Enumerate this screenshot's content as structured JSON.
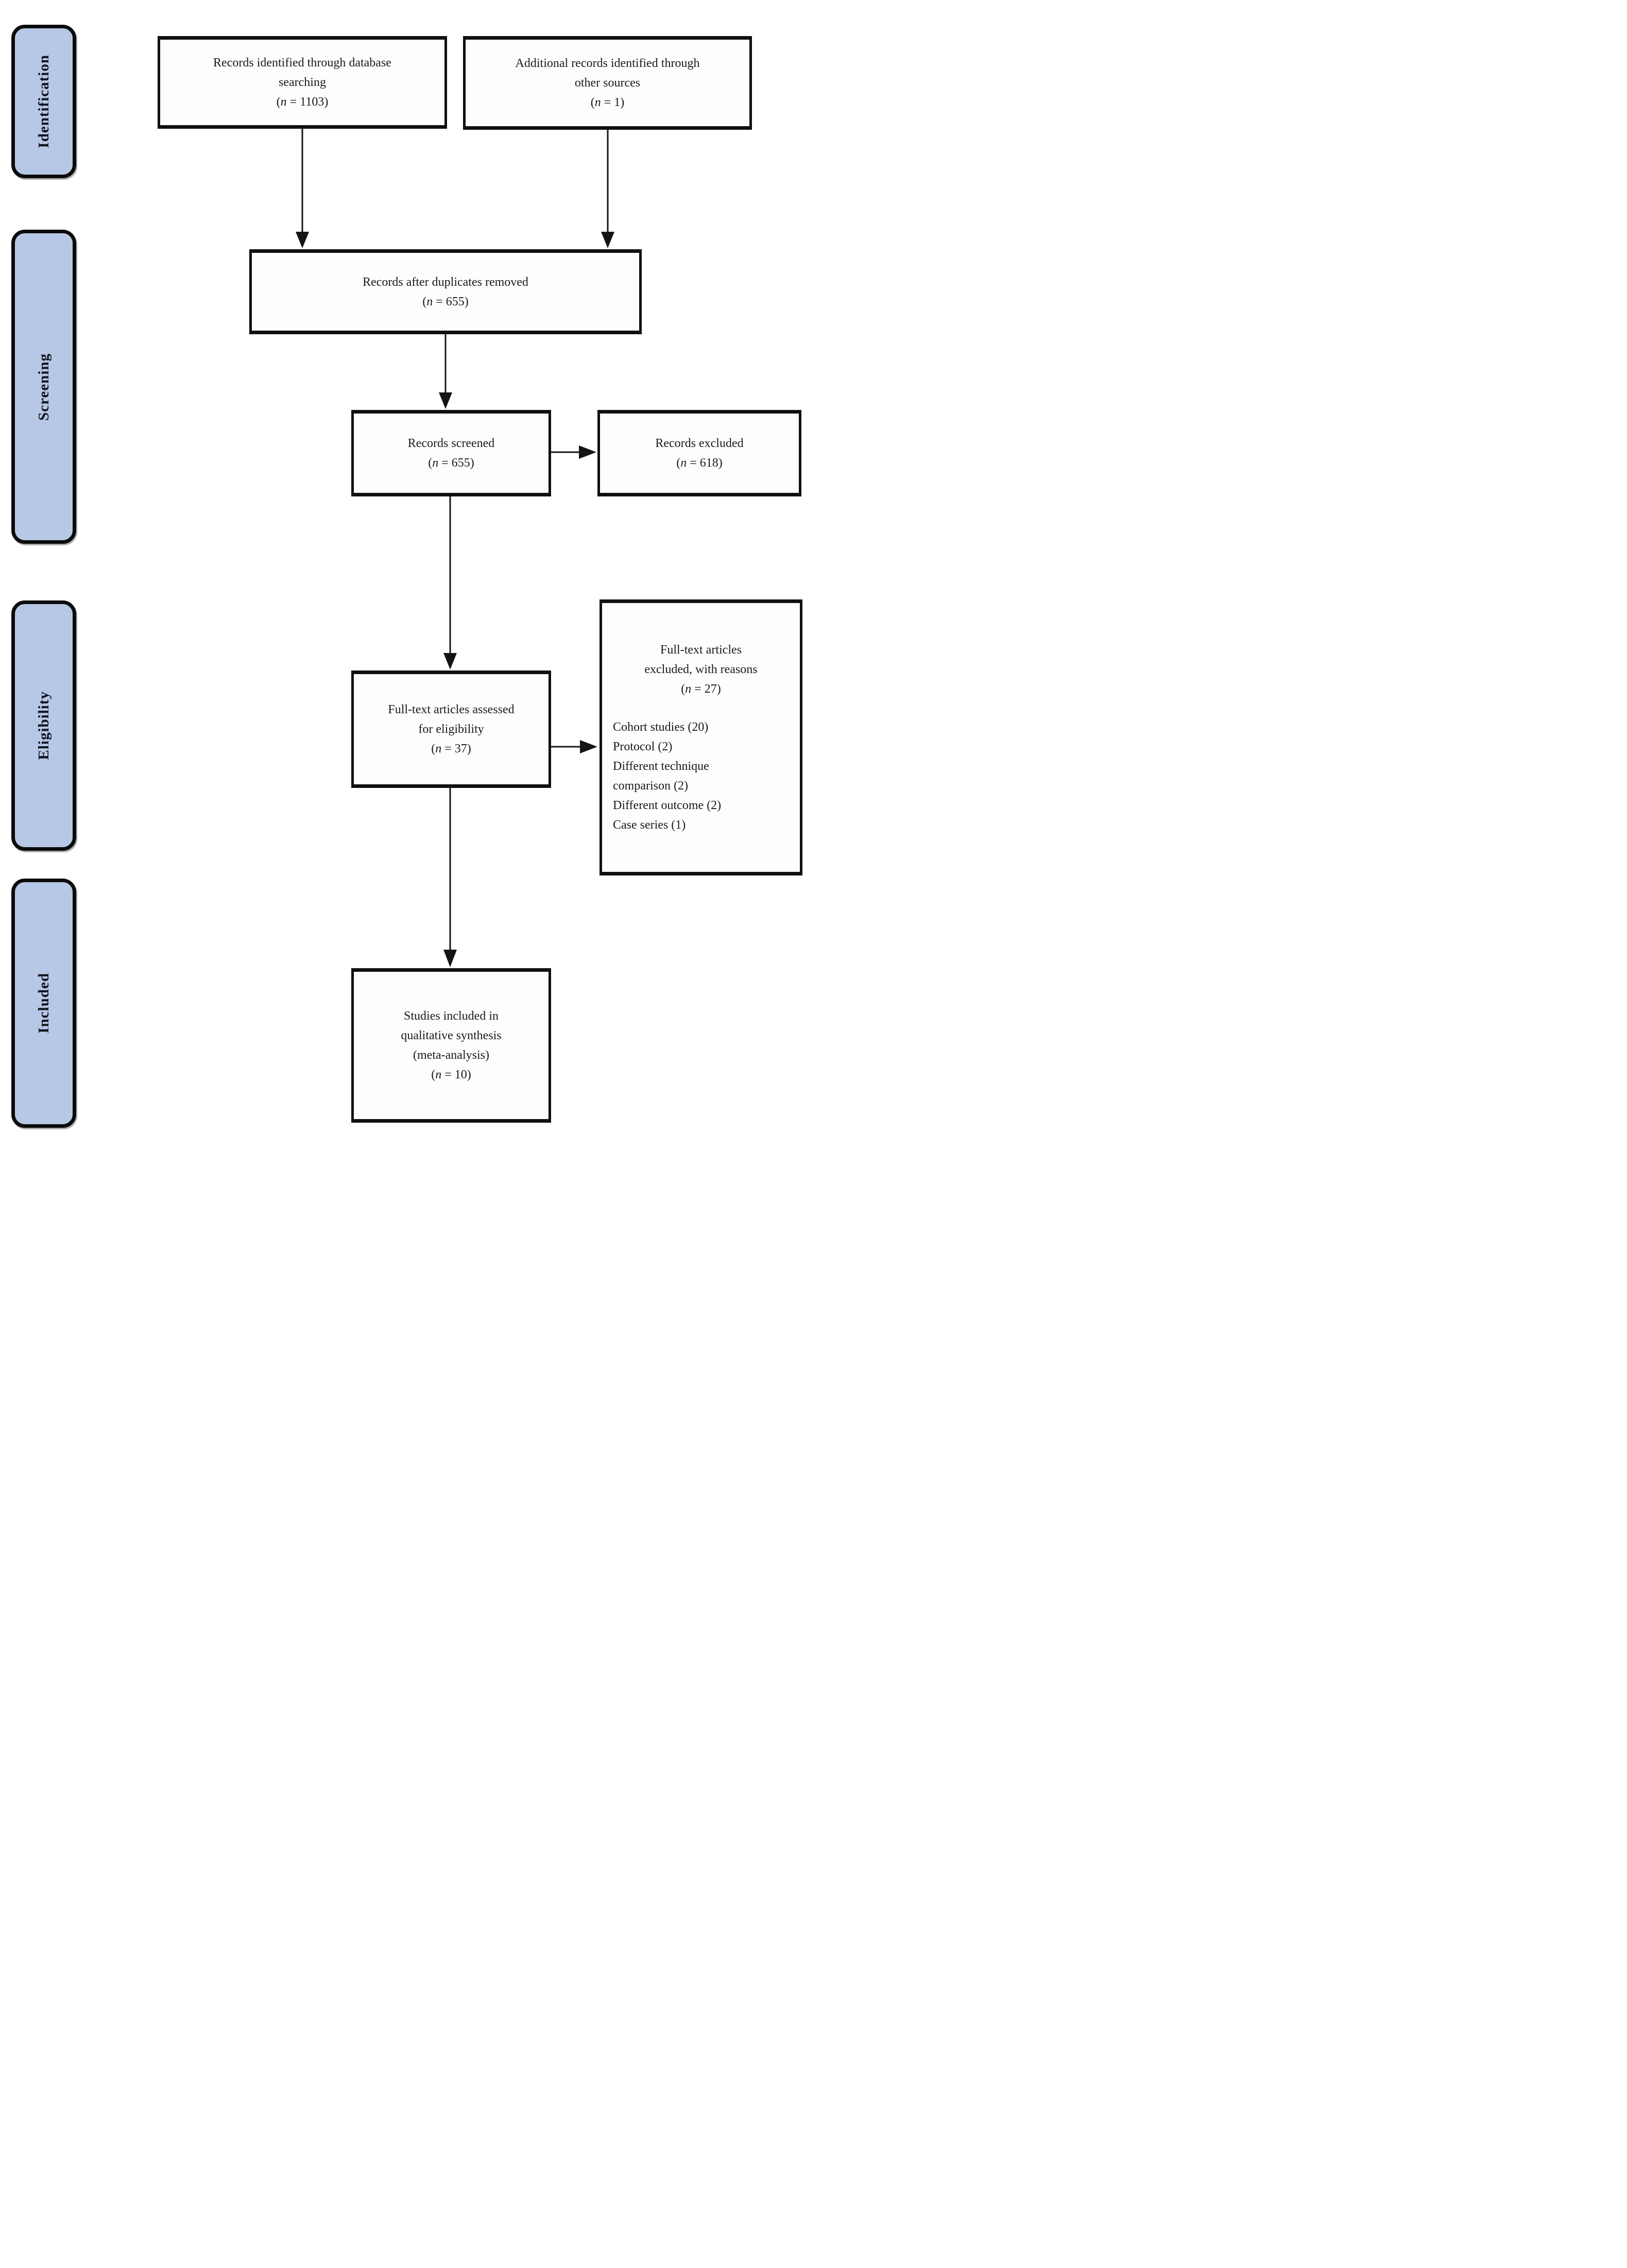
{
  "diagram": {
    "type": "prisma-flow",
    "stages": [
      {
        "id": "identification",
        "label": "Identification"
      },
      {
        "id": "screening",
        "label": "Screening"
      },
      {
        "id": "eligibility",
        "label": "Eligibility"
      },
      {
        "id": "included",
        "label": "Included"
      }
    ],
    "boxes": {
      "db_search": {
        "lines": [
          "Records identified through database",
          "searching"
        ],
        "count": "(n = 1103)"
      },
      "other_sources": {
        "lines": [
          "Additional records identified through",
          "other sources"
        ],
        "count": "(n = 1)"
      },
      "duplicates_removed": {
        "lines": [
          "Records after duplicates removed"
        ],
        "count": "(n = 655)"
      },
      "screened": {
        "lines": [
          "Records screened"
        ],
        "count": "(n = 655)"
      },
      "records_excluded": {
        "lines": [
          "Records excluded"
        ],
        "count": "(n = 618)"
      },
      "fulltext_assessed": {
        "lines": [
          "Full-text articles assessed",
          "for eligibility"
        ],
        "count": "(n = 37)"
      },
      "fulltext_excluded": {
        "title_lines": [
          "Full-text articles",
          "excluded, with reasons"
        ],
        "count": "(n = 27)",
        "reasons": [
          "Cohort studies (20)",
          "Protocol (2)",
          "Different technique comparison (2)",
          "Different outcome (2)",
          "Case series (1)"
        ]
      },
      "included_studies": {
        "lines": [
          "Studies included in",
          "qualitative synthesis",
          "(meta-analysis)"
        ],
        "count": "(n = 10)"
      }
    },
    "palette": {
      "stage_fill": "#b6c8e5",
      "stage_border": "#0b0b0b",
      "box_border": "#101010",
      "box_fill": "#fdfdfd",
      "text": "#1b1b1b",
      "stage_text": "#10141f",
      "arrow": "#141414"
    }
  }
}
